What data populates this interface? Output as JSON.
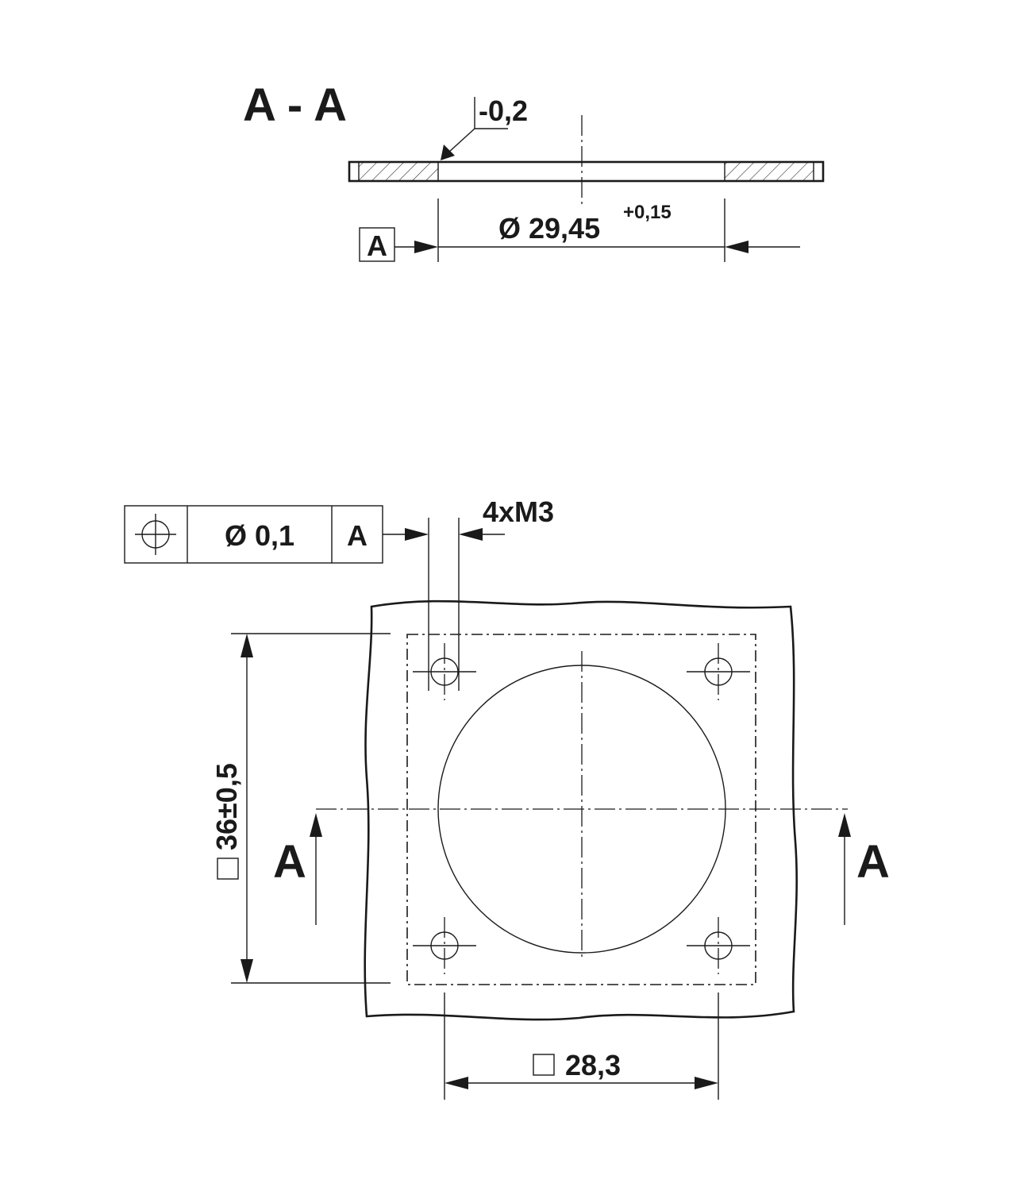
{
  "section": {
    "title": "A - A",
    "edge_tolerance": "-0,2",
    "diameter": "Ø 29,45",
    "diameter_tolerance": "+0,15",
    "datum": "A"
  },
  "mounting": {
    "tolerance_frame": {
      "symbol": "position-icon",
      "value": "Ø 0,1",
      "datum": "A"
    },
    "hole_callout": "4xM3",
    "outer_square": "36±0,5",
    "hole_square": "28,3",
    "cut_marker_left": "A",
    "cut_marker_right": "A"
  }
}
